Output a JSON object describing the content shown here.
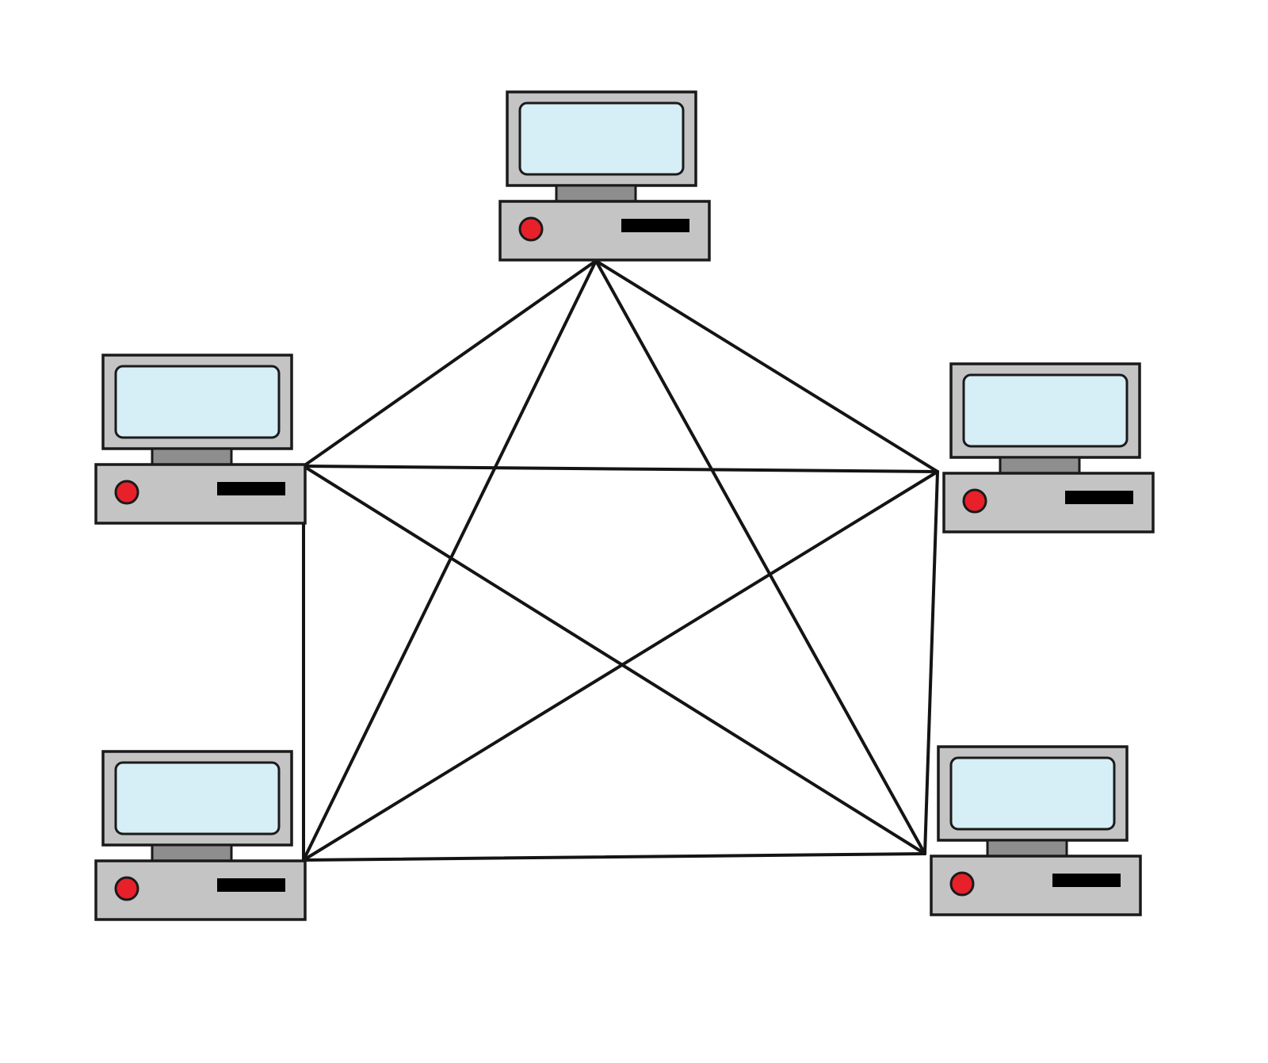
{
  "diagram": {
    "type": "network-topology",
    "topology": "full-mesh",
    "colors": {
      "background": "#ffffff",
      "outline": "#1a1a1a",
      "monitor_bezel": "#c4c4c4",
      "screen": "#d6eef5",
      "stand": "#8e8e8e",
      "case": "#c4c4c4",
      "power_button": "#e8202a",
      "drive_slot": "#000000",
      "link": "#141414"
    },
    "icons": {
      "node": "desktop-computer-icon"
    },
    "nodes": [
      {
        "id": "top",
        "icon": "desktop-computer-icon"
      },
      {
        "id": "left-upper",
        "icon": "desktop-computer-icon"
      },
      {
        "id": "right-upper",
        "icon": "desktop-computer-icon"
      },
      {
        "id": "left-lower",
        "icon": "desktop-computer-icon"
      },
      {
        "id": "right-lower",
        "icon": "desktop-computer-icon"
      }
    ],
    "links": [
      [
        "top",
        "left-upper"
      ],
      [
        "top",
        "right-upper"
      ],
      [
        "top",
        "left-lower"
      ],
      [
        "top",
        "right-lower"
      ],
      [
        "left-upper",
        "right-upper"
      ],
      [
        "left-upper",
        "left-lower"
      ],
      [
        "left-upper",
        "right-lower"
      ],
      [
        "right-upper",
        "left-lower"
      ],
      [
        "right-upper",
        "right-lower"
      ],
      [
        "left-lower",
        "right-lower"
      ]
    ]
  }
}
